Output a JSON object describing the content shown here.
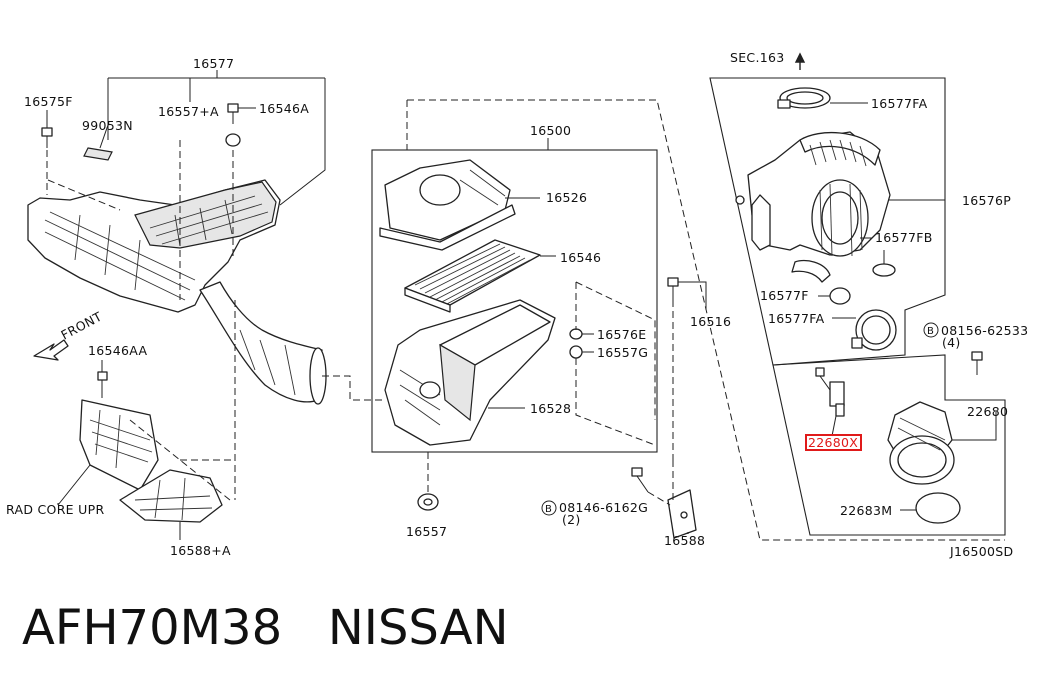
{
  "diagram": {
    "sec_ref": "SEC.163",
    "front_label": "FRONT",
    "diagram_code": "J16500SD",
    "labels": {
      "p16577": "16577",
      "p16575f": "16575F",
      "p16557a": "16557+A",
      "p16546a": "16546A",
      "p99053n": "99053N",
      "p16500": "16500",
      "p16526": "16526",
      "p16546": "16546",
      "p16516": "16516",
      "p16576e": "16576E",
      "p16557g": "16557G",
      "p16528": "16528",
      "p16557": "16557",
      "p16546aa": "16546AA",
      "rad_core": "RAD CORE UPR",
      "p16588a": "16588+A",
      "bolt_08146_code": "08146-6162G",
      "bolt_08146_qty": "(2)",
      "p16588": "16588",
      "p16577fa_top": "16577FA",
      "p16576p": "16576P",
      "p16577fb": "16577FB",
      "p16577f": "16577F",
      "p16577fa_mid": "16577FA",
      "bolt_08156_code": "08156-62533",
      "bolt_08156_qty": "(4)",
      "p22680": "22680",
      "p22680x": "22680X",
      "p22683m": "22683M"
    },
    "circled_letter": "B",
    "highlight_color": "#e01a1a"
  },
  "caption": {
    "part_number": "AFH70M38",
    "brand": "NISSAN"
  }
}
